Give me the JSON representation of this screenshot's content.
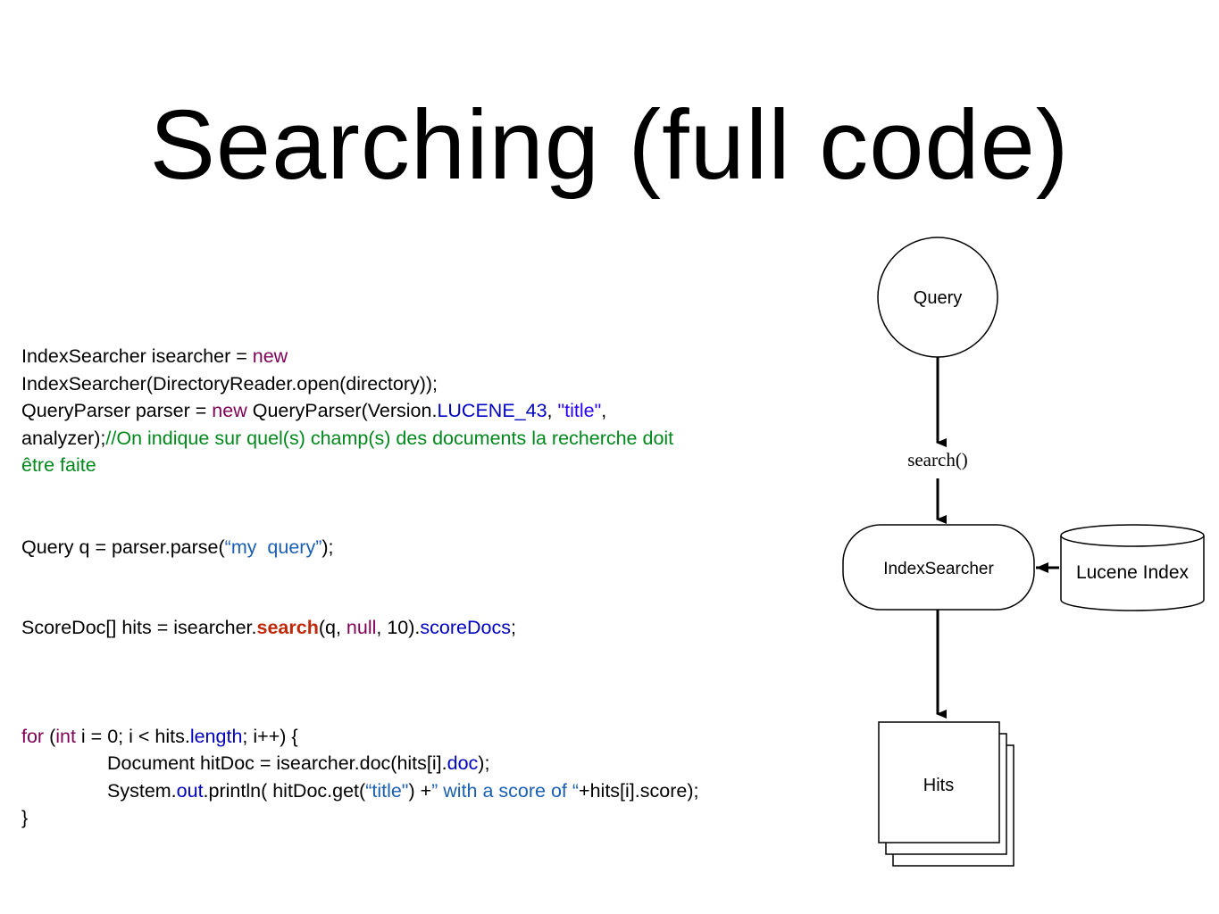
{
  "slide": {
    "title": "Searching (full code)"
  },
  "code": {
    "l1a": "IndexSearcher isearcher = ",
    "l1b": "new",
    "l2": "IndexSearcher(DirectoryReader.open(directory));",
    "l3a": "QueryParser parser = ",
    "l3b": "new",
    "l3c": " QueryParser(Version.",
    "l3d": "LUCENE_43",
    "l3e": ", ",
    "l3f": "\"title\"",
    "l3g": ",",
    "l4a": "analyzer);",
    "l4b": "//On indique sur quel(s) champ(s) des documents la recherche doit",
    "l5": "être faite",
    "l6a": "Query q = parser.parse(",
    "l6b": "“my  query”",
    "l6c": ");",
    "l7a": "ScoreDoc[] hits = isearcher.",
    "l7b": "search",
    "l7c": "(q, ",
    "l7d": "null",
    "l7e": ", 10).",
    "l7f": "scoreDocs",
    "l7g": ";",
    "l8a": "for",
    "l8b": " (",
    "l8c": "int",
    "l8d": " i = 0; i < hits.",
    "l8e": "length",
    "l8f": "; i++) {",
    "l9a": "Document hitDoc = isearcher.doc(hits[i].",
    "l9b": "doc",
    "l9c": ");",
    "l10a": "System.",
    "l10b": "out",
    "l10c": ".println( hitDoc.get(",
    "l10d": "“title\"",
    "l10e": ") +",
    "l10f": "” with a score of “",
    "l10g": "+hits[i].score);",
    "l11": "}"
  },
  "diagram": {
    "query_label": "Query",
    "arrow_label": "search()",
    "searcher_label": "IndexSearcher",
    "index_label": "Lucene Index",
    "hits_label": "Hits"
  }
}
